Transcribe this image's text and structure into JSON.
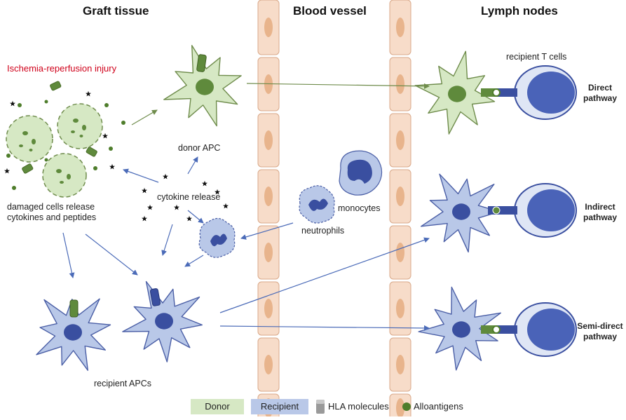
{
  "headers": {
    "graft": "Graft tissue",
    "vessel": "Blood vessel",
    "lymph": "Lymph nodes"
  },
  "labels": {
    "ischemia": "Ischemia-reperfusion injury",
    "damaged_line1": "damaged cells release",
    "damaged_line2": "cytokines and peptides",
    "donor_apc": "donor APC",
    "cytokine_release": "cytokine release",
    "recipient_apcs": "recipient APCs",
    "neutrophils": "neutrophils",
    "monocytes": "monocytes",
    "recipient_t_cells": "recipient T cells"
  },
  "pathways": {
    "direct_line1": "Direct",
    "direct_line2": "pathway",
    "indirect_line1": "Indirect",
    "indirect_line2": "pathway",
    "semidirect_line1": "Semi-direct",
    "semidirect_line2": "pathway"
  },
  "legend": {
    "donor": "Donor",
    "recipient": "Recipient",
    "hla": "HLA molecules",
    "alloantigens": "Alloantigens"
  },
  "colors": {
    "donor_fill": "#d6e8c4",
    "donor_stroke": "#6f8c4c",
    "recipient_fill": "#b9c8e8",
    "recipient_stroke": "#4b5fa6",
    "nucleus_donor": "#5f8a3c",
    "nucleus_recipient": "#3a4fa0",
    "vessel_fill": "#f7dcc9",
    "vessel_stroke": "#d9a98a",
    "vessel_nucleus": "#e8b48c",
    "antigen": "#4e7d2b",
    "arrow_green": "#6f8c4c",
    "arrow_blue": "#4b6bb8",
    "title_red": "#d0021b"
  }
}
